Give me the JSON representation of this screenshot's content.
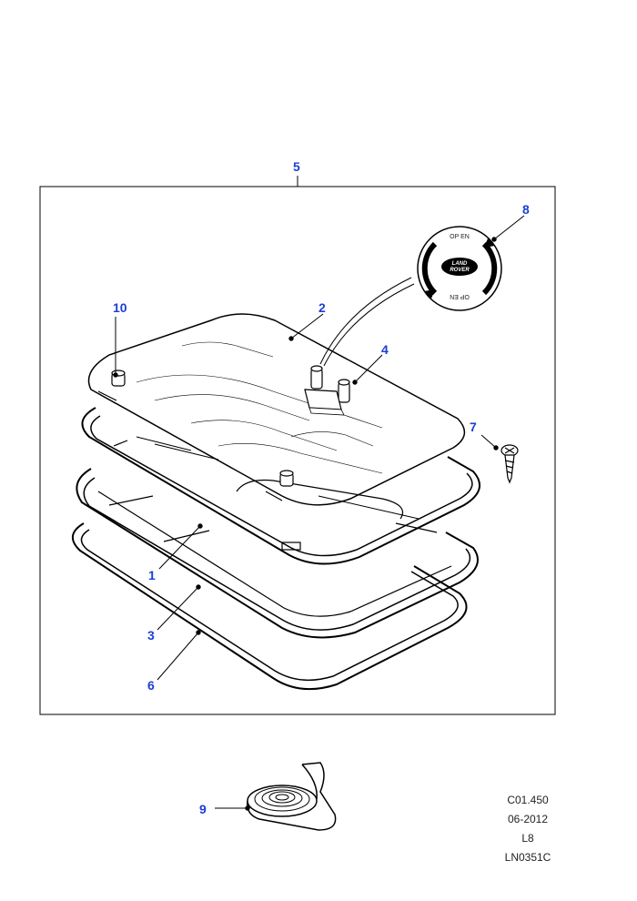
{
  "callouts": {
    "c1": "1",
    "c2": "2",
    "c3": "3",
    "c4": "4",
    "c5": "5",
    "c6": "6",
    "c7": "7",
    "c8": "8",
    "c9": "9",
    "c10": "10"
  },
  "knob": {
    "label_top": "OP EN",
    "label_bottom": "OP EN",
    "brand_line1": "LAND",
    "brand_line2": "ROVER"
  },
  "reference": {
    "code": "C01.450",
    "date": "06-2012",
    "level": "L8",
    "drawing_no": "LN0351C"
  },
  "colors": {
    "callout": "#1a3fd6",
    "line": "#000000"
  }
}
